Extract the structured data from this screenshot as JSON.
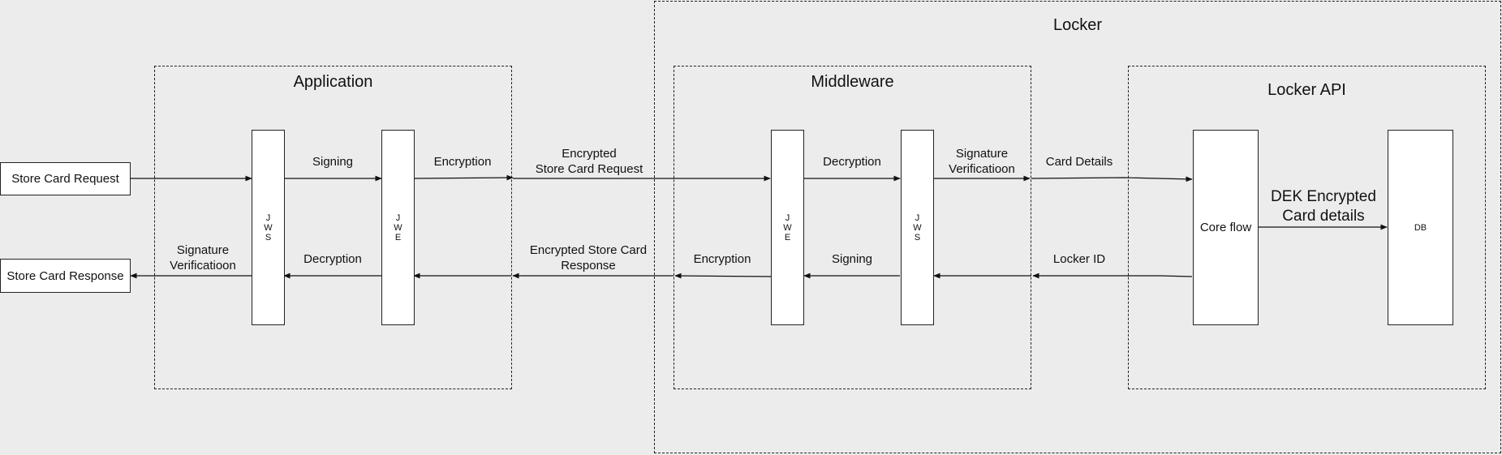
{
  "zones": {
    "locker": "Locker",
    "application": "Application",
    "middleware": "Middleware",
    "locker_api": "Locker API"
  },
  "external": {
    "request": "Store Card Request",
    "response": "Store Card Response"
  },
  "components": {
    "app_jws": [
      "J",
      "W",
      "S"
    ],
    "app_jwe": [
      "J",
      "W",
      "E"
    ],
    "mw_jwe": [
      "J",
      "W",
      "E"
    ],
    "mw_jws": [
      "J",
      "W",
      "S"
    ],
    "core_flow": "Core flow",
    "db": "DB"
  },
  "labels": {
    "signing_top": "Signing",
    "encryption_top": "Encryption",
    "encrypted_request": "Encrypted\nStore Card Request",
    "decryption_top": "Decryption",
    "sig_verif_top": "Signature\nVerificatioon",
    "card_details": "Card Details",
    "dek": "DEK Encrypted\nCard details",
    "sig_verif_bottom": "Signature\nVerificatioon",
    "decryption_bottom": "Decryption",
    "encrypted_response": "Encrypted  Store Card\nResponse",
    "encryption_bottom": "Encryption",
    "signing_bottom": "Signing",
    "locker_id": "Locker ID"
  }
}
